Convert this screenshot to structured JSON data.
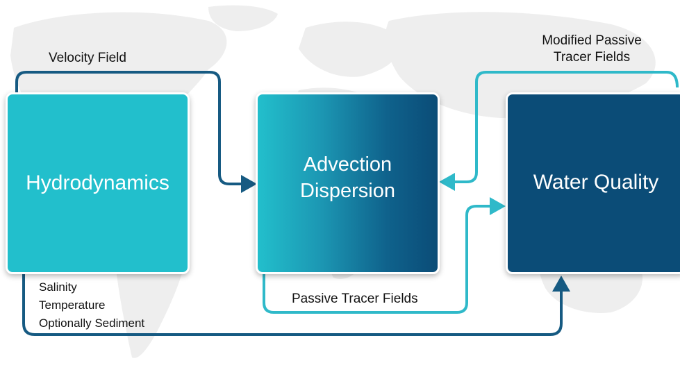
{
  "boxes": {
    "hydrodynamics": "Hydrodynamics",
    "advection_line1": "Advection",
    "advection_line2": "Dispersion",
    "water_quality": "Water Quality"
  },
  "labels": {
    "velocity_field": "Velocity Field",
    "modified_line1": "Modified Passive",
    "modified_line2": "Tracer Fields",
    "passive_tracer_fields": "Passive Tracer Fields",
    "hydro_outputs": [
      "Salinity",
      "Temperature",
      "Optionally Sediment"
    ]
  },
  "colors": {
    "light_teal": "#22bfcc",
    "dark_blue": "#0b4c77",
    "arrow_dark": "#165a82",
    "arrow_light": "#2fb9c9"
  }
}
